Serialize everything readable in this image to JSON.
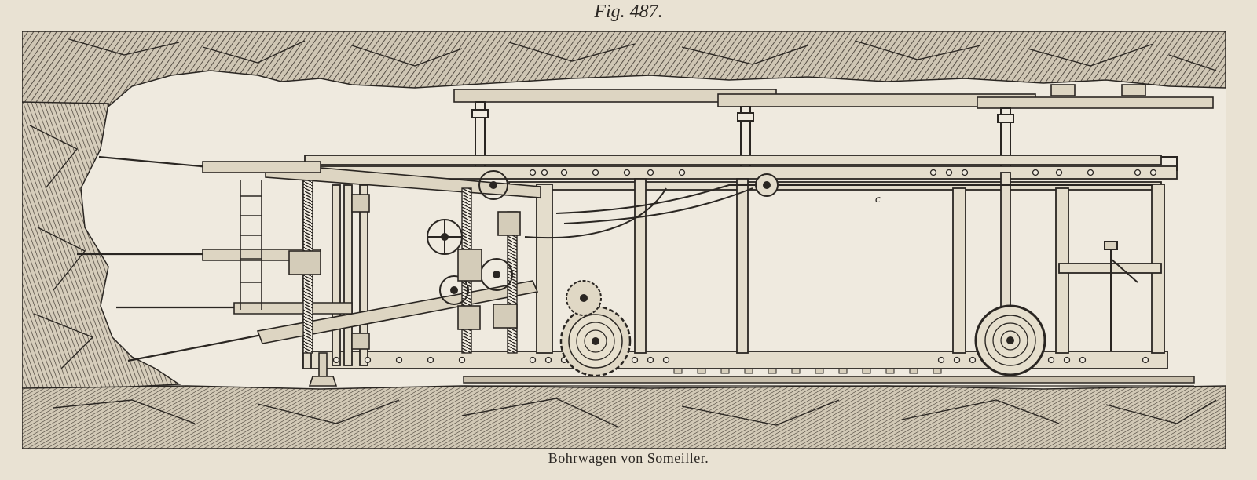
{
  "figure": {
    "number_label": "Fig. 487.",
    "caption": "Bohrwagen von Someiller.",
    "part_letter": "c"
  },
  "colors": {
    "paper": "#e9e2d3",
    "tunnel_interior": "#efeadf",
    "ink": "#2a2622"
  }
}
